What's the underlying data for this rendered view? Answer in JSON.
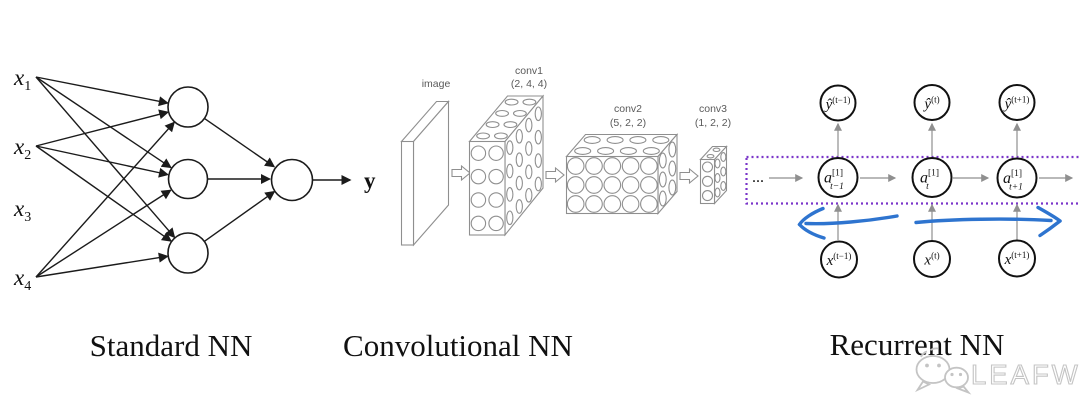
{
  "figure": {
    "captions": {
      "standard": "Standard NN",
      "conv": "Convolutional NN",
      "recurrent": "Recurrent NN"
    }
  },
  "standard": {
    "inputs": [
      {
        "base": "x",
        "sub": "1"
      },
      {
        "base": "x",
        "sub": "2"
      },
      {
        "base": "x",
        "sub": "3"
      },
      {
        "base": "x",
        "sub": "4"
      }
    ],
    "output": "y"
  },
  "conv": {
    "image_label": "image",
    "blocks": [
      {
        "name": "conv1",
        "dims": "(2, 4, 4)"
      },
      {
        "name": "conv2",
        "dims": "(5, 2, 2)"
      },
      {
        "name": "conv3",
        "dims": "(1, 2, 2)"
      }
    ]
  },
  "recurrent": {
    "ellipsis": "...",
    "outputs": [
      {
        "base": "ŷ",
        "sup": "(t−1)"
      },
      {
        "base": "ŷ",
        "sup": "(t)"
      },
      {
        "base": "ŷ",
        "sup": "(t+1)"
      }
    ],
    "hidden": [
      {
        "base": "a",
        "sup": "[1]",
        "sub": "t−1"
      },
      {
        "base": "a",
        "sup": "[1]",
        "sub": "t"
      },
      {
        "base": "a",
        "sup": "[1]",
        "sub": "t+1"
      }
    ],
    "inputs": [
      {
        "base": "x",
        "sup": "(t−1)"
      },
      {
        "base": "x",
        "sup": "(t)"
      },
      {
        "base": "x",
        "sup": "(t+1)"
      }
    ]
  },
  "watermark": {
    "icon": "wechat",
    "text": "LEAFW"
  },
  "colors": {
    "ink": "#1b1b1b",
    "diagram_gray": "#8f8f8f",
    "box_purple": "#7a35c9",
    "arrow_blue": "#2e74cf",
    "watermark_gray": "#c4c4c4"
  }
}
